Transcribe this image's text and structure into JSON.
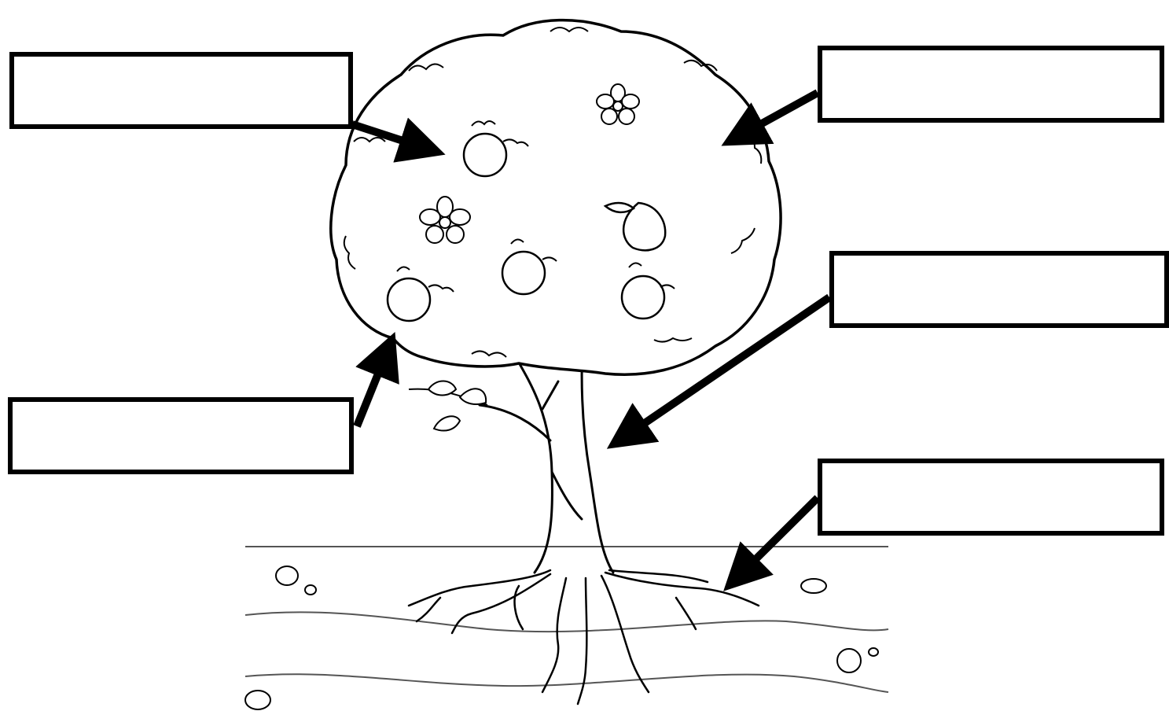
{
  "worksheet": {
    "labels": [
      {
        "id": "fruit",
        "text": ""
      },
      {
        "id": "leaves",
        "text": ""
      },
      {
        "id": "trunk",
        "text": ""
      },
      {
        "id": "branch",
        "text": ""
      },
      {
        "id": "roots",
        "text": ""
      }
    ]
  },
  "colors": {
    "ink": "#000000",
    "paper": "#ffffff"
  }
}
